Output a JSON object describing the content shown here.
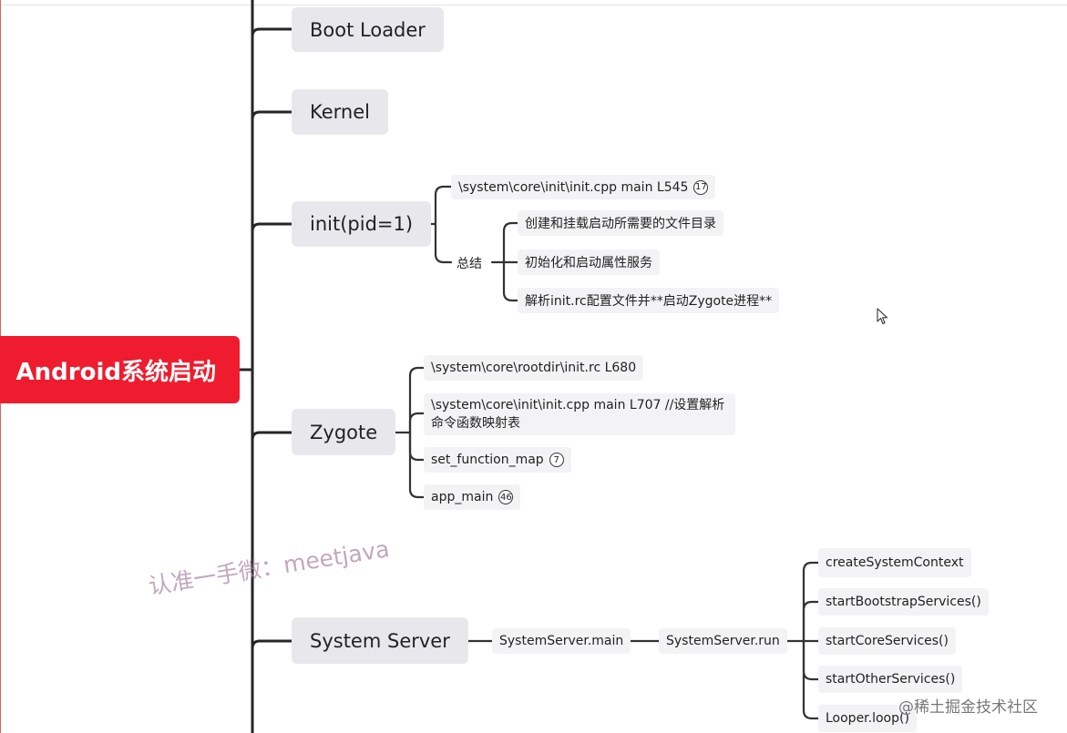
{
  "root": {
    "label": "Android系统启动",
    "color": "#ee1c2e"
  },
  "branches": {
    "boot_loader": "Boot Loader",
    "kernel": "Kernel",
    "init": {
      "label": "init(pid=1)",
      "source": {
        "label": "\\system\\core\\init\\init.cpp main L545",
        "badge": "17"
      },
      "summary": {
        "label": "总结",
        "items": [
          "创建和挂载启动所需要的文件目录",
          "初始化和启动属性服务",
          "解析init.rc配置文件并**启动Zygote进程**"
        ]
      }
    },
    "zygote": {
      "label": "Zygote",
      "children": [
        {
          "label": "\\system\\core\\rootdir\\init.rc L680"
        },
        {
          "label": "\\system\\core\\init\\init.cpp main L707 //设置解析命令函数映射表"
        },
        {
          "label": "set_function_map",
          "badge": "7"
        },
        {
          "label": "app_main",
          "badge": "46"
        }
      ]
    },
    "system_server": {
      "label": "System Server",
      "main": "SystemServer.main",
      "run": "SystemServer.run",
      "children": [
        "createSystemContext",
        "startBootstrapServices()",
        "startCoreServices()",
        "startOtherServices()",
        "Looper.loop()"
      ]
    }
  },
  "watermark": "认准一手微：meetjava",
  "credit": "@稀土掘金技术社区"
}
